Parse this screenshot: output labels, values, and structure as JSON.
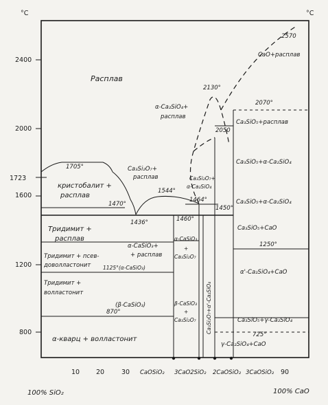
{
  "axes": {
    "unit_left": "°C",
    "unit_right": "°C",
    "y_ticks": [
      "2400",
      "2000",
      "1723",
      "1600",
      "1200",
      "800"
    ],
    "x_ticks": [
      "10",
      "20",
      "30"
    ],
    "x_right_tick": "90",
    "left_label": "100% SiO₂",
    "right_label": "100% CaO",
    "compounds": [
      "CaOSiO₂",
      "3CaO2SiO₂",
      "2CaOSiO₂",
      "3CaOSiO₂"
    ]
  },
  "temperatures": {
    "t2570": "2570",
    "t2130": "2130°",
    "t2070": "2070°",
    "t2050": "2050",
    "t1705": "1705°",
    "t1470": "1470°",
    "t1544": "1544°",
    "t1464": "1464°",
    "t1450": "1450°",
    "t1436": "1436°",
    "t1460": "1460°",
    "t1250": "1250°",
    "t1125": "1125°(α-CaSiO₃)",
    "t870": "870°",
    "t725": "725°"
  },
  "regions": {
    "melt": "Расплав",
    "cao_melt": "CaO+расплав",
    "c2s_melt_1": "α-Ca₂SiO₄+",
    "c2s_melt_2": "расплав",
    "c3s_melt": "Ca₃SiO₅+расплав",
    "c3s_c2s_1": "Ca₃SiO₅+α-Ca₂SiO₄",
    "c3s_c2s_2": "Ca₃SiO₅+α-Ca₂SiO₄",
    "c3s_cao": "Ca₃SiO₅+CaO",
    "a1c2s_cao": "α'-Ca₂SiO₄+CaO",
    "c3s_gc2s": "Ca₃SiO₅+γ-Ca₂SiO₄",
    "gc2s_cao": "γ-Ca₂SiO₄+CaO",
    "crist_1": "кристобалит +",
    "crist_2": "расплав",
    "trid_melt_1": "Тридимит +",
    "trid_melt_2": "расплав",
    "trid_pw_1": "Тридимит + псев-",
    "trid_pw_2": "доволластонит",
    "trid_w_1": "Тридимит +",
    "trid_w_2": "волластонит",
    "quartz_w": "α-кварц + волластонит",
    "c3s2_melt_1": "Ca₃Si₂O₇+",
    "c3s2_melt_2": "расплав",
    "c3s2_c2s_1": "Ca₃Si₂O₇+",
    "c3s2_c2s_2": "α-Ca₂SiO₄",
    "acs_melt_1": "α-CaSiO₃+",
    "acs_melt_2": "+ расплав",
    "bcs": "(β-CaSiO₃)",
    "col1_1": "α-CaSiO₃",
    "col1_2": "+",
    "col1_3": "Ca₃Si₂O₇",
    "col2_1": "β-CaSiO₃",
    "col2_2": "+",
    "col2_3": "Ca₃Si₂O₇",
    "vert": "Ca₃Si₂O₇+α'-Ca₂SiO₄"
  }
}
